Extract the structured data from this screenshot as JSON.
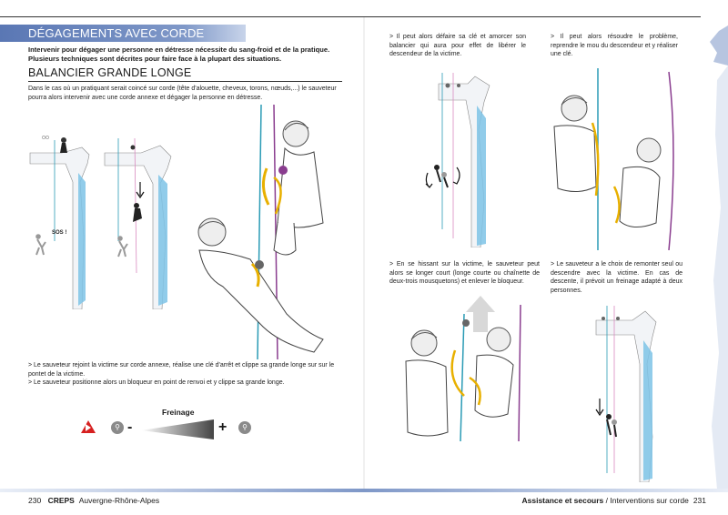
{
  "left_page": {
    "section_title": "DÉGAGEMENTS AVEC CORDE ANNEXE",
    "intro": "Intervenir pour dégager une personne en détresse nécessite du sang-froid et de la pratique. Plusieurs techniques sont décrites pour faire face à la plupart des situations.",
    "subtitle": "BALANCIER GRANDE LONGE",
    "description": "Dans le cas où un pratiquant serait coincé sur corde (tête d'alouette, cheveux, torons, nœuds,...) le sauveteur pourra alors intervenir avec une corde annexe et dégager la personne en détresse.",
    "sos_label": "SOS !",
    "steps": [
      "> Le sauveteur rejoint la victime sur corde annexe, réalise une clé d'arrêt et clippe sa grande longe sur sur le pontet de la victime.",
      "> Le sauveteur positionne alors un bloqueur en point de renvoi et y clippe sa grande longe."
    ],
    "legend": {
      "label": "Freinage",
      "minus": "-",
      "plus": "+"
    },
    "page_number": "230",
    "brand": "CREPS",
    "brand_region": "Auvergne-Rhône-Alpes"
  },
  "right_page": {
    "captions": [
      "> Il peut alors défaire sa clé et amorcer son balancier qui aura pour effet de libérer le descendeur de la victime.",
      "> Il peut alors résoudre le problème, reprendre le mou du descendeur et y réaliser une clé.",
      "> En se hissant sur la victime, le sauveteur peut alors se longer court (longe courte ou chaînette de deux-trois mousquetons) et enlever le bloqueur.",
      "> Le sauveteur a le choix de remonter seul ou descendre avec la victime. En cas de descente, il prévoit un freinage adapté à deux personnes."
    ],
    "footer_bold": "Assistance et secours",
    "footer_rest": " / Interventions sur corde",
    "page_number": "231"
  },
  "colors": {
    "accent_blue": "#5a77b4",
    "rope_teal": "#2a9bb5",
    "rope_purple": "#8a3d8f",
    "rope_pink": "#d98bc0",
    "harness_yellow": "#e8b000",
    "warning_red": "#d62020",
    "waterfall_blue": "#7ec3e6"
  },
  "icons": [
    "warning-icon",
    "abseil-single-icon",
    "abseil-double-icon",
    "tree-icon",
    "arrow-down-icon",
    "arrow-up-icon",
    "rotate-arrows-icon"
  ]
}
